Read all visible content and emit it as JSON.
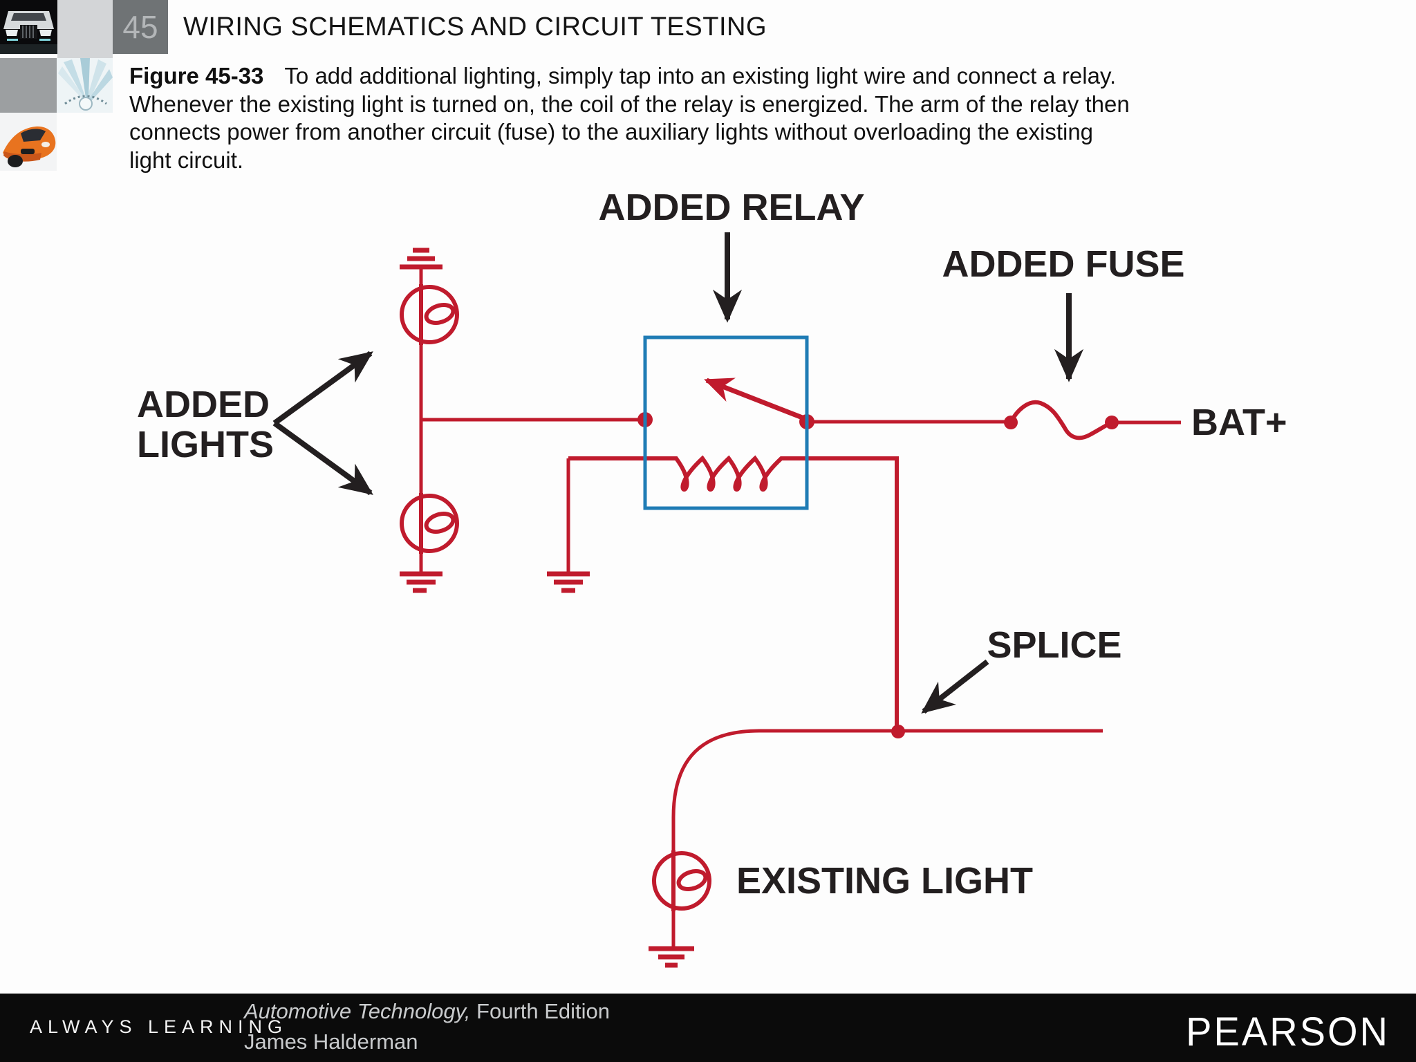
{
  "header": {
    "chapter_number": "45",
    "title": "WIRING SCHEMATICS AND CIRCUIT TESTING"
  },
  "caption": {
    "figure_label": "Figure 45-33",
    "line1": "To add additional lighting, simply tap into an existing light wire and connect a relay.",
    "line2": "Whenever the existing light is turned on, the coil of the relay is energized. The arm of the relay then",
    "line3": "connects power from another circuit (fuse) to the auxiliary lights without overloading the existing",
    "line4": "light circuit."
  },
  "diagram": {
    "labels": {
      "added_relay": "ADDED RELAY",
      "added_fuse": "ADDED FUSE",
      "added_lights_line1": "ADDED",
      "added_lights_line2": "LIGHTS",
      "bat_plus": "BAT+",
      "splice": "SPLICE",
      "existing_light": "EXISTING LIGHT"
    },
    "symbols": [
      "ground-symbol",
      "lamp-symbol",
      "relay-box",
      "relay-coil",
      "relay-switch-arm",
      "fuse-symbol",
      "junction-dot",
      "splice-dot"
    ],
    "colors": {
      "wire_red": "#c01b2d",
      "relay_blue": "#1f7cb5",
      "label_black": "#231f20"
    }
  },
  "footer": {
    "tagline": "ALWAYS LEARNING",
    "book_title": "Automotive Technology,",
    "edition": " Fourth Edition",
    "author": "James Halderman",
    "publisher": "PEARSON"
  }
}
